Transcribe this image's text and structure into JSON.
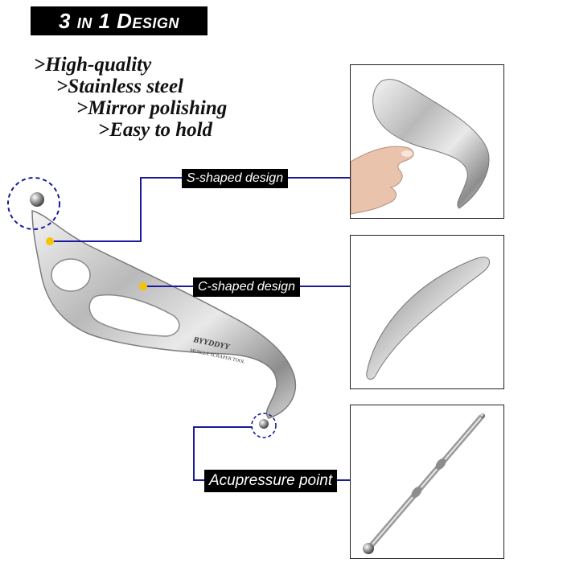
{
  "title": "3 in 1 Design",
  "features": [
    ">High-quality",
    ">Stainless steel",
    ">Mirror polishing",
    ">Easy to hold"
  ],
  "callouts": {
    "s_shaped": "S-shaped design",
    "c_shaped": "C-shaped design",
    "acupressure": "Acupressure point"
  },
  "tool_engraving": {
    "brand": "BYYDDYY",
    "subtitle": "MUSCLE SCRAPER TOOL"
  },
  "colors": {
    "connector_line": "#1a1a9c",
    "marker_dot": "#f5c400",
    "dashed_circle": "#1a1a9c"
  }
}
